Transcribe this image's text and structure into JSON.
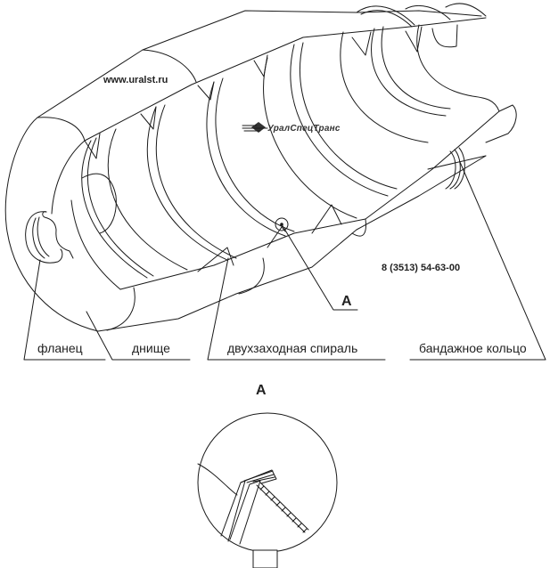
{
  "diagram": {
    "title": "Двухзаходная спираль — барабан смесителя",
    "website": "www.uralst.ru",
    "phone": "8 (3513) 54-63-00",
    "logo_text": "УралСпецТранс",
    "callout_label": "A",
    "detail_view_label": "A",
    "labels": {
      "flange": "фланец",
      "bottom": "днище",
      "spiral": "двухзаходная спираль",
      "ring": "бандажное кольцо"
    },
    "colors": {
      "line": "#1a1a1a",
      "text": "#222222",
      "background": "#ffffff"
    }
  }
}
